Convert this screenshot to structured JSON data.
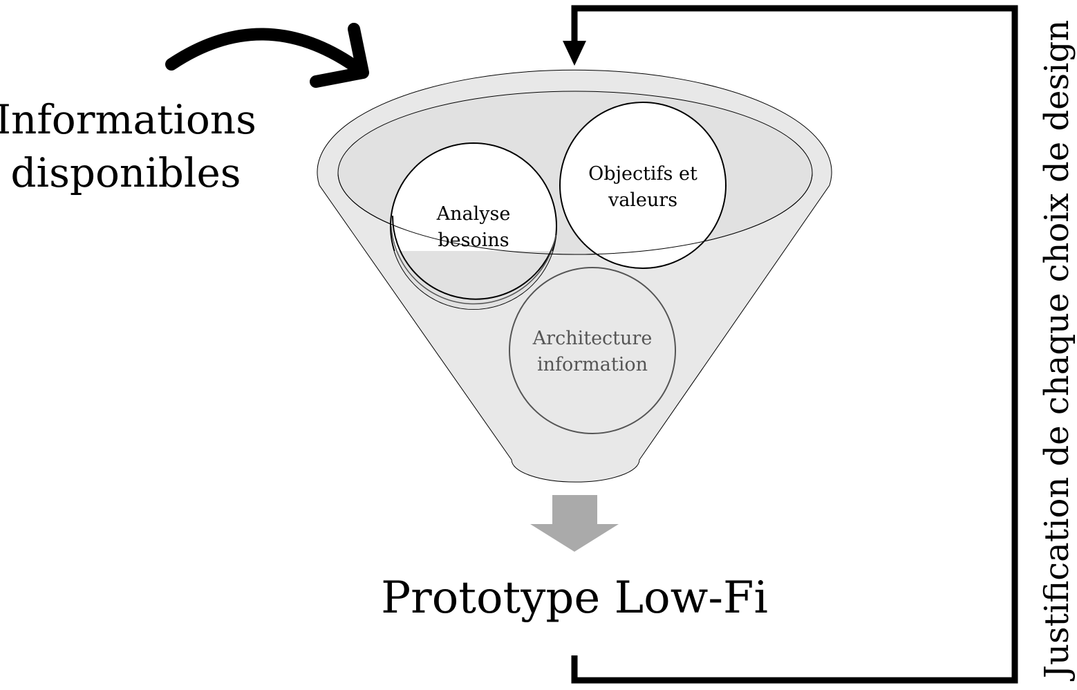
{
  "diagram": {
    "input_label": {
      "line1": "Informations",
      "line2": "disponibles"
    },
    "circles": [
      {
        "line1": "Analyse",
        "line2": "besoins"
      },
      {
        "line1": "Objectifs et",
        "line2": "valeurs"
      },
      {
        "line1": "Architecture",
        "line2": "information"
      }
    ],
    "output_label": "Prototype Low-Fi",
    "feedback_label": "Justification de chaque choix de design"
  },
  "colors": {
    "funnel_fill": "#e8e8e8",
    "funnel_inner_fill": "#e1e1e1",
    "output_arrow": "#aaaaaa",
    "stroke": "#000000",
    "faded_circle_stroke": "#555555",
    "faded_circle_text": "#555555"
  }
}
